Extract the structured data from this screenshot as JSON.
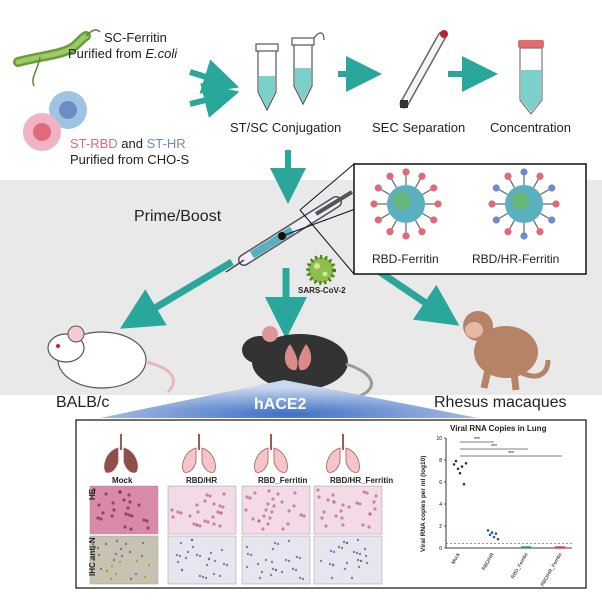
{
  "top": {
    "sc_ferritin": "SC-Ferritin",
    "purified_from": "Purified from ",
    "ecoli": "E.coli",
    "st_rbd": "ST-RBD",
    "and": " and ",
    "st_hr": "ST-HR",
    "purified_cho": "Purified from CHO-S",
    "step_conjugation": "ST/SC Conjugation",
    "step_sec": "SEC Separation",
    "step_concentration": "Concentration"
  },
  "middle": {
    "prime_boost": "Prime/Boost",
    "sars": "SARS-CoV-2",
    "inset_rbd": "RBD-Ferritin",
    "inset_rbdhr": "RBD/HR-Ferritin",
    "balbc": "BALB/c",
    "hace2": "hACE2",
    "rhesus": "Rhesus macaques"
  },
  "results": {
    "columns": [
      "Mock",
      "RBD/HR",
      "RBD_Ferritin",
      "RBD/HR_Ferritin"
    ],
    "row_he": "HE",
    "row_ihc": "IHC anti-N",
    "chart_title": "Viral RNA Copies in Lung",
    "ylabel": "Viral RNA copies per ml (log10)",
    "sig": "***"
  },
  "colors": {
    "arrow": "#2aa79b",
    "rbd": "#e0697a",
    "hr": "#6b8cc4",
    "ferritin": "#5bb0c0",
    "band": "#e6e6e6",
    "blue_glow": "#4a78c9"
  },
  "chart_data": {
    "type": "scatter",
    "title": "Viral RNA Copies in Lung",
    "xlabel": "",
    "ylabel": "Viral RNA copies per ml (log10)",
    "categories": [
      "Mock",
      "RBD/HR",
      "RBD_Ferritin",
      "RBD/HR_Ferritin"
    ],
    "ylim": [
      0,
      10
    ],
    "series": [
      {
        "values": [
          [
            7.6,
            7.9,
            7.2,
            6.8,
            7.4,
            5.8,
            7.7
          ]
        ]
      },
      {
        "values": [
          [
            1.6,
            1.2,
            1.4,
            1.0,
            1.3,
            0.8
          ]
        ]
      },
      {
        "values": [
          [
            0.05,
            0.05,
            0.05,
            0.05,
            0.05
          ]
        ]
      },
      {
        "values": [
          [
            0.05,
            0.05,
            0.05,
            0.05,
            0.05
          ]
        ]
      }
    ],
    "significance": [
      "***",
      "***",
      "***"
    ]
  }
}
